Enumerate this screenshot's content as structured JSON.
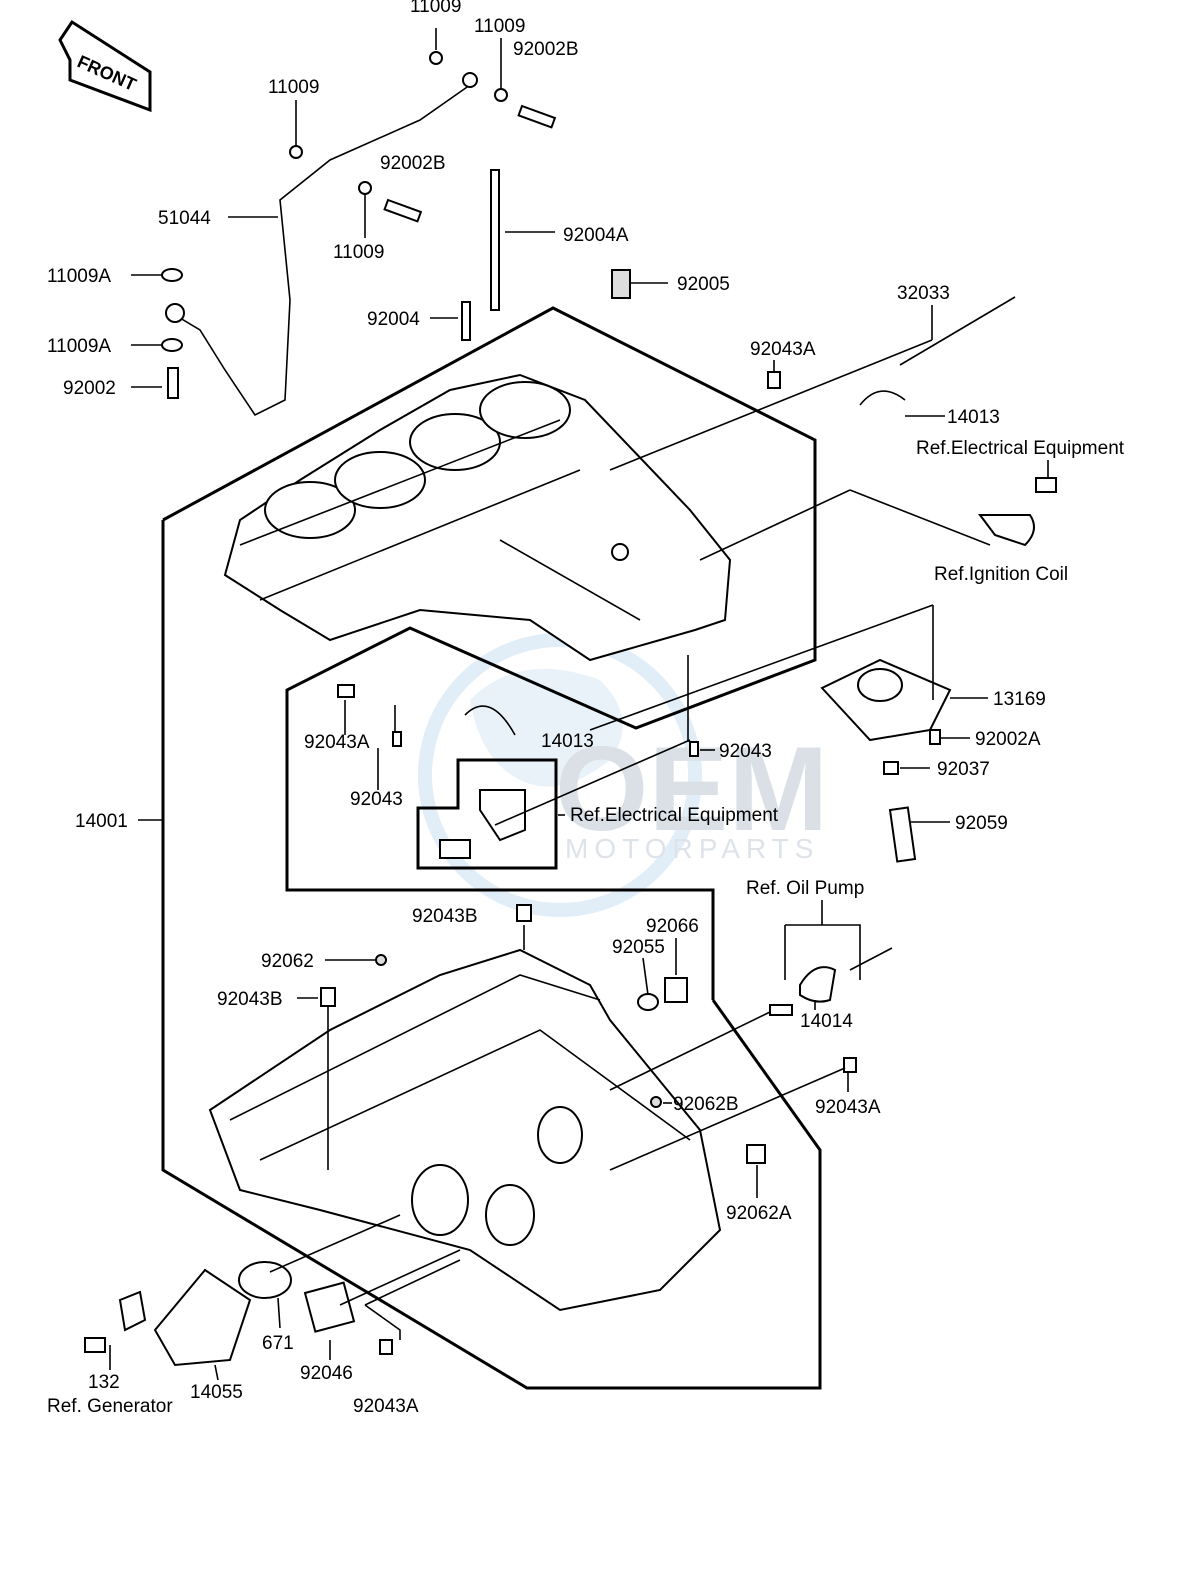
{
  "front_badge": "FRONT",
  "watermark": {
    "brand": "OEM",
    "sub": "MOTORPARTS"
  },
  "labels": {
    "p11009_top": "11009",
    "p11009_b": "11009",
    "p92002B_a": "92002B",
    "p11009_c": "11009",
    "p92002B_b": "92002B",
    "p51044": "51044",
    "p11009_d": "11009",
    "p92004A": "92004A",
    "p11009A_a": "11009A",
    "p92005": "92005",
    "p32033": "32033",
    "p92004": "92004",
    "p11009A_b": "11009A",
    "p92043A_a": "92043A",
    "p92002": "92002",
    "p14013_a": "14013",
    "ref_elec_a": "Ref.Electrical Equipment",
    "ref_ign": "Ref.Ignition Coil",
    "p13169": "13169",
    "p92043A_b": "92043A",
    "p14013_b": "14013",
    "p92043_a": "92043",
    "p92002A": "92002A",
    "p92037": "92037",
    "p92043_b": "92043",
    "p14001": "14001",
    "ref_elec_b": "Ref.Electrical Equipment",
    "p92059": "92059",
    "ref_oil": "Ref. Oil Pump",
    "p92043B_a": "92043B",
    "p92066": "92066",
    "p92055": "92055",
    "p92062": "92062",
    "p92043B_b": "92043B",
    "p14014": "14014",
    "p92062B": "92062B",
    "p92043A_c": "92043A",
    "p92062A": "92062A",
    "p132": "132",
    "p671": "671",
    "p92046": "92046",
    "p14055": "14055",
    "ref_gen": "Ref. Generator",
    "p92043A_d": "92043A"
  }
}
